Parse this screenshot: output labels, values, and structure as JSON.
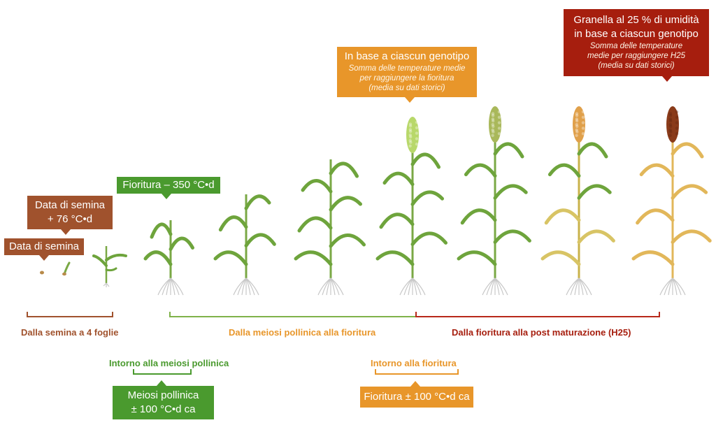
{
  "colors": {
    "brown": "#a0522d",
    "green": "#4a9a2e",
    "orange": "#e8962a",
    "red": "#a61e0e",
    "stem": "#7aa845",
    "leaf": "#6ea43c",
    "dry": "#e2b75a",
    "root": "#c8c8c8"
  },
  "callouts": {
    "semina": "Data di semina",
    "semina76": "Data di semina\n+ 76 °C•d",
    "fioritura350": "Fioritura – 350 °C•d",
    "fioritura_genotipo_title": "In base a ciascun genotipo",
    "fioritura_genotipo_sub": "Somma delle temperature medie\nper raggiungere la fioritura\n(media su dati storici)",
    "granella_title": "Granella al 25 % di umidità\nin base a ciascun genotipo",
    "granella_sub": "Somma delle temperature\nmedie per raggiungere H25\n(media su dati storici)",
    "meiosi": "Meiosi pollinica\n± 100 °C•d ca",
    "fioritura100": "Fioritura ± 100 °C•d ca"
  },
  "phases": {
    "semina_4foglie": "Dalla semina a 4 foglie",
    "meiosi_fioritura": "Dalla meiosi pollinica alla fioritura",
    "fioritura_h25": "Dalla fioritura alla post maturazione (H25)",
    "intorno_meiosi": "Intorno alla meiosi pollinica",
    "intorno_fioritura": "Intorno alla fioritura"
  }
}
